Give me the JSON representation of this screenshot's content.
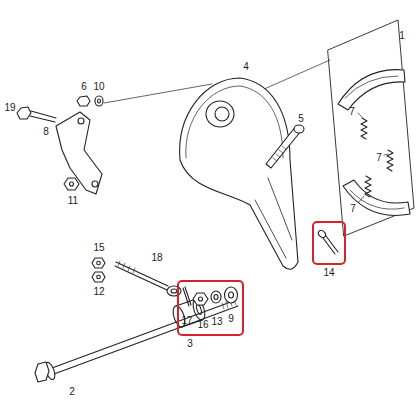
{
  "diagram": {
    "nodes": [
      {
        "text": [
          "14"
        ]
      },
      {
        "text": [
          "17",
          "16",
          "13",
          "9"
        ]
      }
    ],
    "labels": [
      "19",
      "6",
      "10",
      "8",
      "11",
      "15",
      "12",
      "18",
      "2",
      "3",
      "4",
      "5",
      "7",
      "7",
      "7",
      "1"
    ]
  }
}
